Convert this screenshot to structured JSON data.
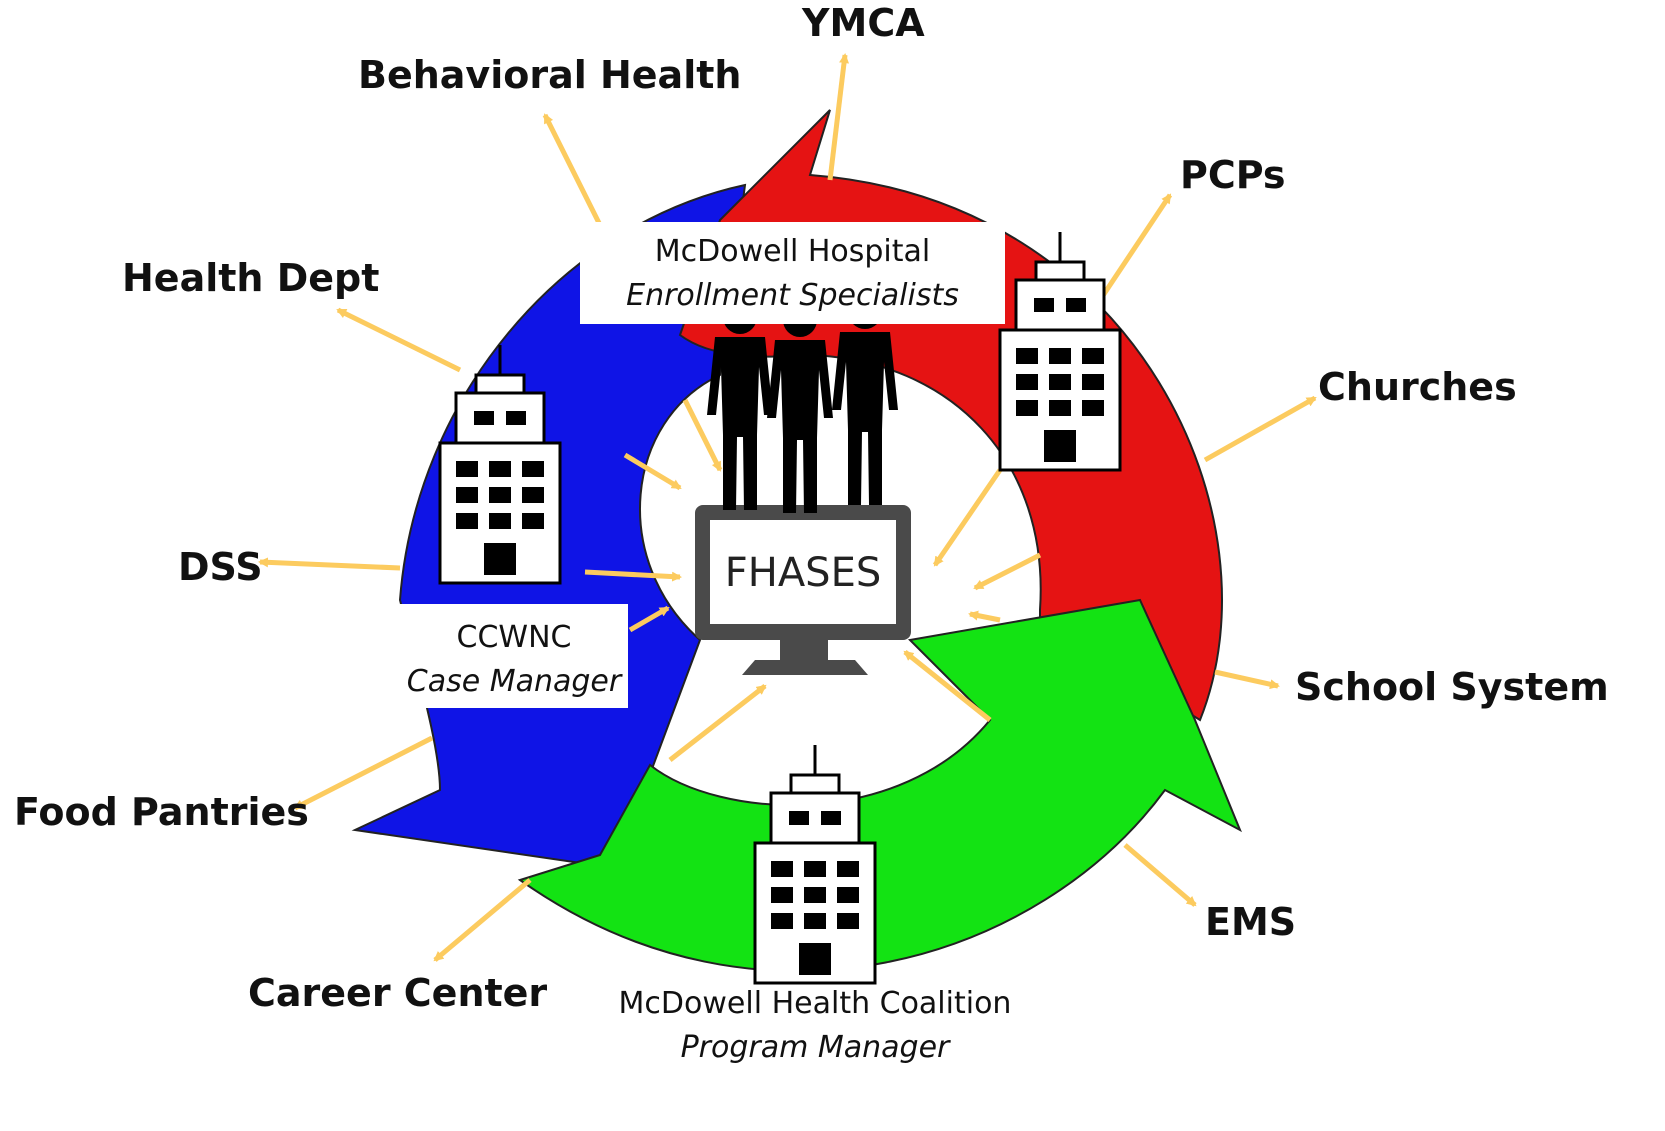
{
  "partners": {
    "ymca": "YMCA",
    "behavioral_health": "Behavioral Health",
    "pcps": "PCPs",
    "health_dept": "Health Dept",
    "churches": "Churches",
    "dss": "DSS",
    "school_system": "School System",
    "food_pantries": "Food Pantries",
    "ems": "EMS",
    "career_center": "Career Center"
  },
  "hub": {
    "hospital": {
      "org": "McDowell Hospital",
      "role": "Enrollment Specialists"
    },
    "ccwnc": {
      "org": "CCWNC",
      "role": "Case Manager"
    },
    "coalition": {
      "org": "McDowell Health Coalition",
      "role": "Program Manager"
    },
    "system": "FHASES"
  },
  "colors": {
    "blue_arrow": "#0f14e6",
    "red_arrow": "#e51313",
    "green_arrow": "#13e313",
    "connector": "#fccb5f",
    "icon": "#000000",
    "monitor": "#4a4a4a"
  }
}
